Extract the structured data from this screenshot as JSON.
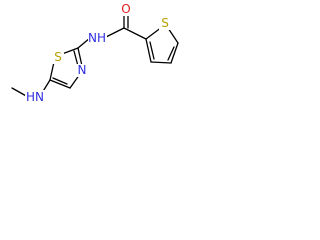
{
  "atoms": {
    "nh_amide": {
      "text": "NH",
      "color": "#2f2fe0"
    },
    "o_carbonyl": {
      "text": "O",
      "color": "#e02020"
    },
    "s_thiophene": {
      "text": "S",
      "color": "#b8a200"
    },
    "s_thiazole": {
      "text": "S",
      "color": "#b8a200"
    },
    "n_thiazole": {
      "text": "N",
      "color": "#2f2fe0"
    },
    "n_methylamino": {
      "text": "HN",
      "color": "#2f2fe0"
    }
  },
  "bond_color": "#000000"
}
